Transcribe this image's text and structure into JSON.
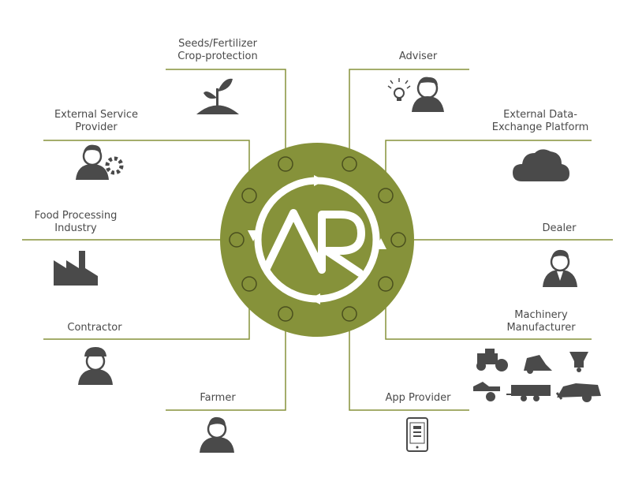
{
  "hub": {
    "logo_text": "AR",
    "ring_color": "#86923a",
    "line_color": "#86923a",
    "icon_color": "#4a4a4a"
  },
  "nodes": {
    "seeds": {
      "line1": "Seeds/Fertilizer",
      "line2": "Crop-protection",
      "icon": "seedling-icon"
    },
    "adviser": {
      "line1": "Adviser",
      "icon": "adviser-with-lightbulb-icon"
    },
    "external_service": {
      "line1": "External Service",
      "line2": "Provider",
      "icon": "person-with-gear-icon"
    },
    "external_data": {
      "line1": "External Data-",
      "line2": "Exchange Platform",
      "icon": "cloud-icon"
    },
    "food": {
      "line1": "Food Processing",
      "line2": "Industry",
      "icon": "factory-icon"
    },
    "dealer": {
      "line1": "Dealer",
      "icon": "businessman-icon"
    },
    "contractor": {
      "line1": "Contractor",
      "icon": "worker-helmet-icon"
    },
    "machinery": {
      "line1": "Machinery",
      "line2": "Manufacturer",
      "icon": "farm-machinery-icons"
    },
    "farmer": {
      "line1": "Farmer",
      "icon": "farmer-icon"
    },
    "app": {
      "line1": "App Provider",
      "icon": "smartphone-icon"
    }
  }
}
